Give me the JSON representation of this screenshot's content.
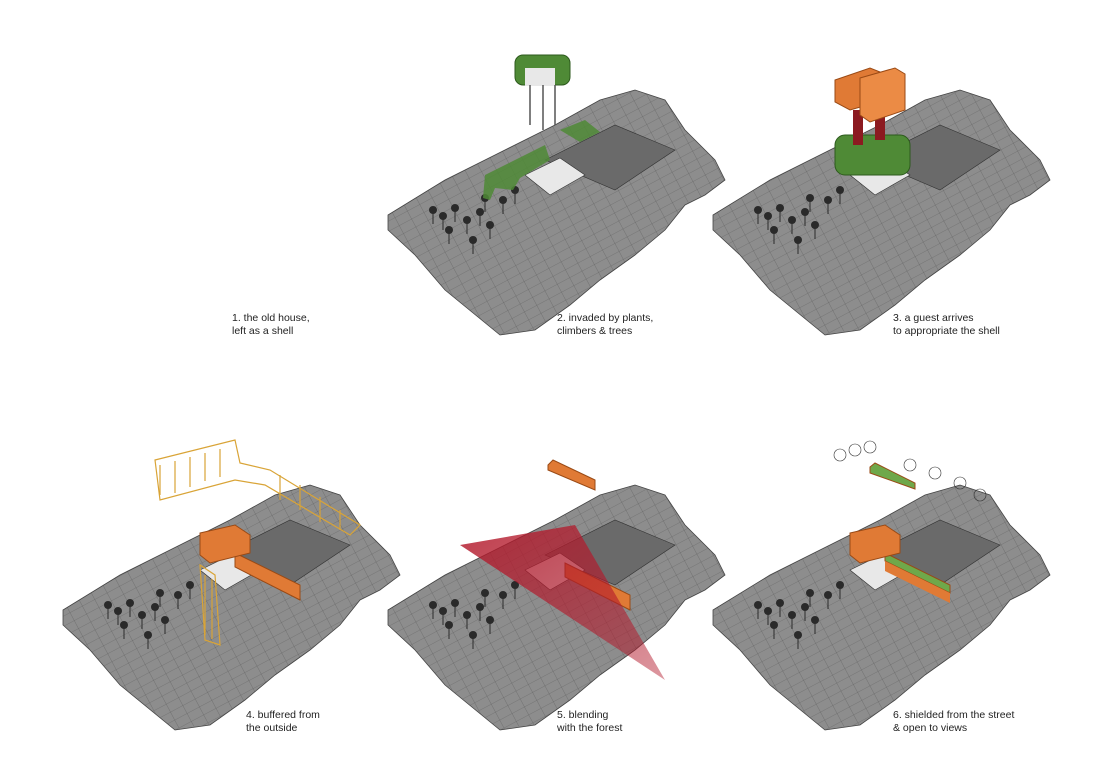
{
  "panels": [
    {
      "line1": "1. the old house,",
      "line2": "left as a shell"
    },
    {
      "line1": "2. invaded by plants,",
      "line2": "climbers & trees"
    },
    {
      "line1": "3. a guest arrives",
      "line2": "to appropriate the shell"
    },
    {
      "line1": "4. buffered from",
      "line2": "the outside"
    },
    {
      "line1": "5. blending",
      "line2": "with the forest"
    },
    {
      "line1": "6. shielded from the street",
      "line2": "& open to views"
    }
  ],
  "colors": {
    "terrain": "#8d8d8d",
    "grid": "#5e5e5e",
    "plants": "#4f8a36",
    "guest": "#e07a35",
    "red": "#b3192b",
    "buffer": "#d9a437",
    "roof_green": "#6fa84a"
  }
}
